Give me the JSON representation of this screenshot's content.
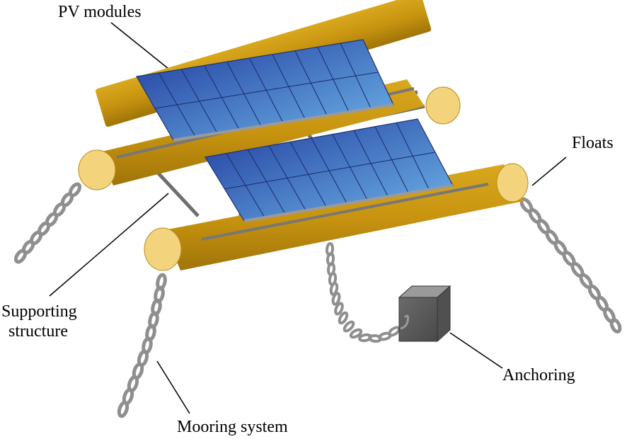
{
  "labels": {
    "pv_modules": "PV modules",
    "floats": "Floats",
    "supporting_structure_line1": "Supporting",
    "supporting_structure_line2": "structure",
    "anchoring": "Anchoring",
    "mooring_system": "Mooring system"
  },
  "colors": {
    "float_body": "#c89410",
    "float_cap": "#f3d47c",
    "panel_dark": "#1f3a9c",
    "panel_light": "#6fb6ea",
    "frame_steel": "#8c8c8c",
    "chain": "#8f8f8f",
    "anchor_block": "#707070"
  }
}
